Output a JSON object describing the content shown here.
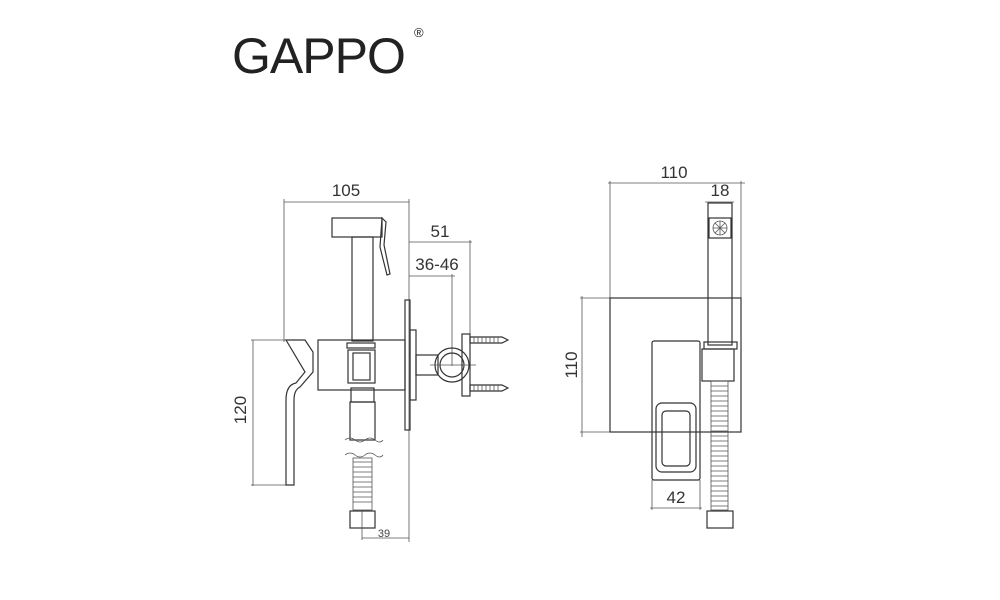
{
  "logo": {
    "text": "GAPPO",
    "registered": "®",
    "color": "#222222"
  },
  "side_view": {
    "dim_width": "105",
    "dim_bracket": "51",
    "dim_bracket_range": "36-46",
    "dim_height": "120",
    "dim_hose_offset": "39"
  },
  "front_view": {
    "dim_width": "110",
    "dim_head": "18",
    "dim_height": "110",
    "dim_body": "42"
  },
  "line_color": "#333333"
}
